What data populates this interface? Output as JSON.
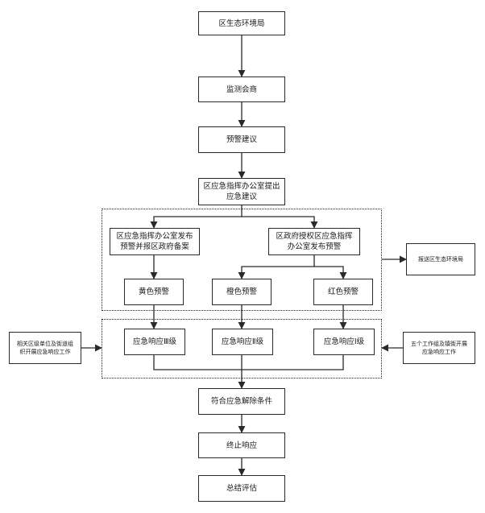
{
  "nodes": {
    "bureau": "区生态环境局",
    "meeting": "监测会商",
    "suggest": "预警建议",
    "propose": "区应急指挥办公室提出\n应急建议",
    "yellow_publish": "区应急指挥办公室发布\n预警并报区政府备案",
    "red_publish": "区政府授权区应急指挥\n办公室发布预警",
    "report": "报送区生态环境局",
    "yellow": "黄色预警",
    "orange": "橙色预警",
    "red": "红色预警",
    "resp3": "应急响应Ⅲ级",
    "resp2": "应急响应Ⅱ级",
    "resp1": "应急响应Ⅰ级",
    "left_units": "相关区级单位及街道组\n织开展应急响应工作",
    "right_groups": "五个工作组及镇街开展\n应急响应工作",
    "lift": "符合应急解除条件",
    "stop": "终止响应",
    "evaluate": "总结评估"
  }
}
